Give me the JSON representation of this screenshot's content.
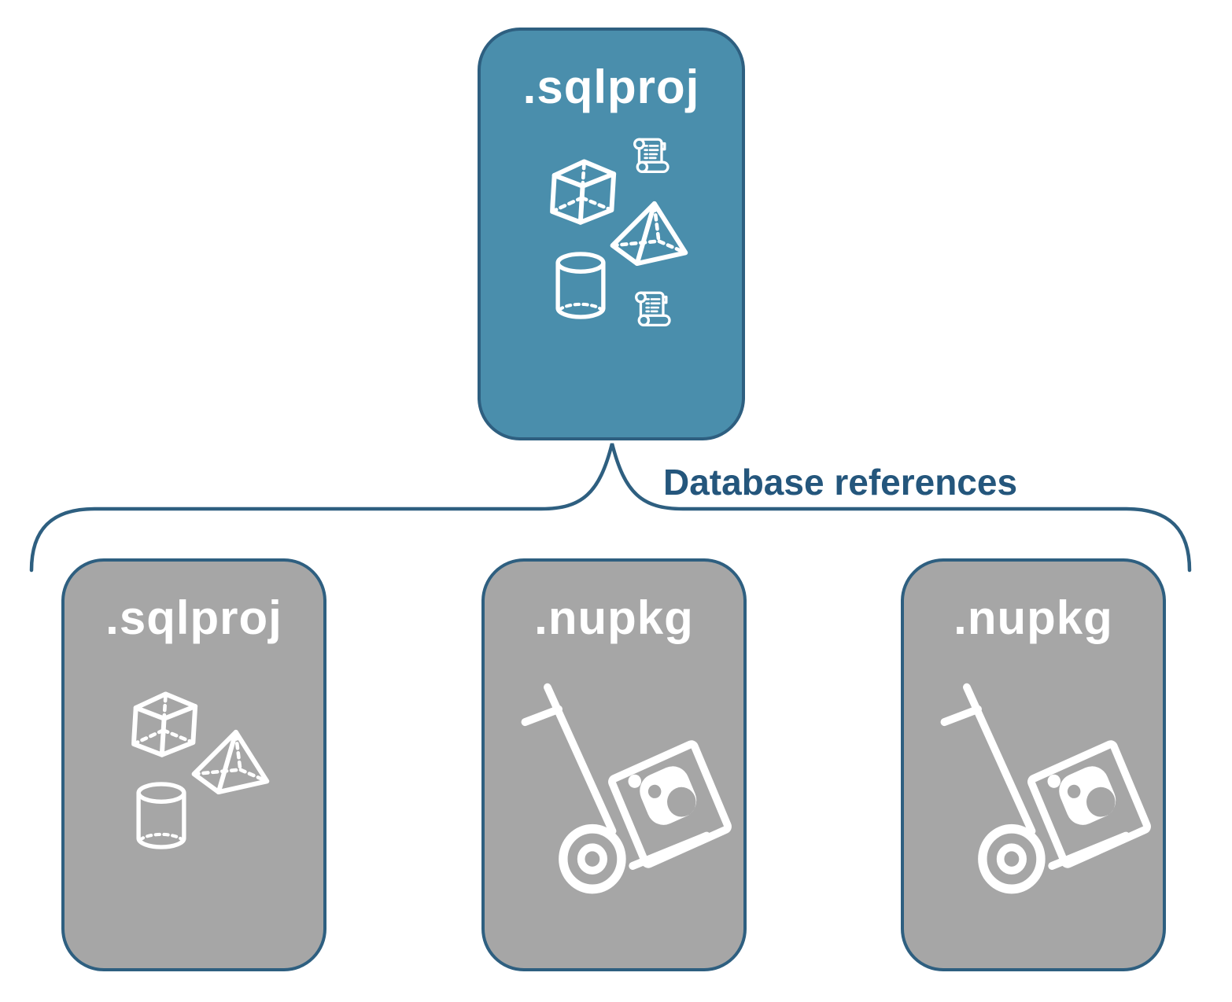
{
  "diagram": {
    "top_box": {
      "label": ".sqlproj"
    },
    "connector": {
      "label": "Database references"
    },
    "bottom_boxes": [
      {
        "label": ".sqlproj"
      },
      {
        "label": ".nupkg"
      },
      {
        "label": ".nupkg"
      }
    ],
    "icons": {
      "top_box": [
        "script-scroll-icon",
        "cube-icon",
        "pyramid-icon",
        "cylinder-icon",
        "script-scroll-icon"
      ],
      "sqlproj_child": [
        "cube-icon",
        "pyramid-icon",
        "cylinder-icon"
      ],
      "nupkg_child": [
        "package-dolly-icon"
      ]
    },
    "colors": {
      "teal_fill": "#4A8EAC",
      "gray_fill": "#A6A6A6",
      "outline": "#2E5F80",
      "label_text": "#24567C",
      "icon": "#FFFFFF"
    }
  }
}
